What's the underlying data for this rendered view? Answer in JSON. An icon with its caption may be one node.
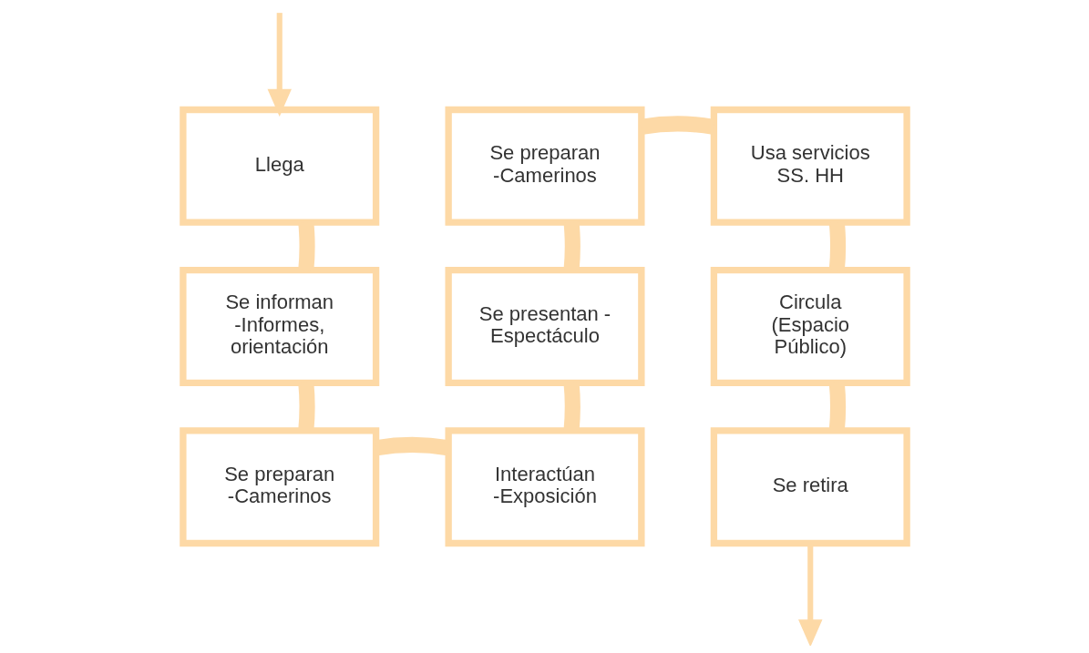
{
  "diagram": {
    "nodes": [
      {
        "text": [
          "Llega"
        ]
      },
      {
        "text": [
          "Se preparan -Camerinos"
        ]
      },
      {
        "text": [
          "Usa servicios SS. HH"
        ]
      },
      {
        "text": [
          "Se informan -Informes, orientación"
        ]
      },
      {
        "text": [
          "Se presentan - Espectáculo"
        ]
      },
      {
        "text": [
          "Circula (Espacio Público)"
        ]
      },
      {
        "text": [
          "Se preparan -Camerinos"
        ]
      },
      {
        "text": [
          "Interactúan -Exposición"
        ]
      },
      {
        "text": [
          "Se retira"
        ]
      }
    ],
    "edges": [
      {
        "from": null,
        "to": 0,
        "arrow": "to"
      },
      {
        "from": 0,
        "to": 3,
        "arrow": "none"
      },
      {
        "from": 3,
        "to": 6,
        "arrow": "none"
      },
      {
        "from": 6,
        "to": 7,
        "arrow": "none"
      },
      {
        "from": 7,
        "to": 4,
        "arrow": "none"
      },
      {
        "from": 4,
        "to": 1,
        "arrow": "none"
      },
      {
        "from": 1,
        "to": 2,
        "arrow": "none"
      },
      {
        "from": 2,
        "to": 5,
        "arrow": "none"
      },
      {
        "from": 5,
        "to": 8,
        "arrow": "none"
      },
      {
        "from": 8,
        "to": null,
        "arrow": "to"
      }
    ]
  }
}
